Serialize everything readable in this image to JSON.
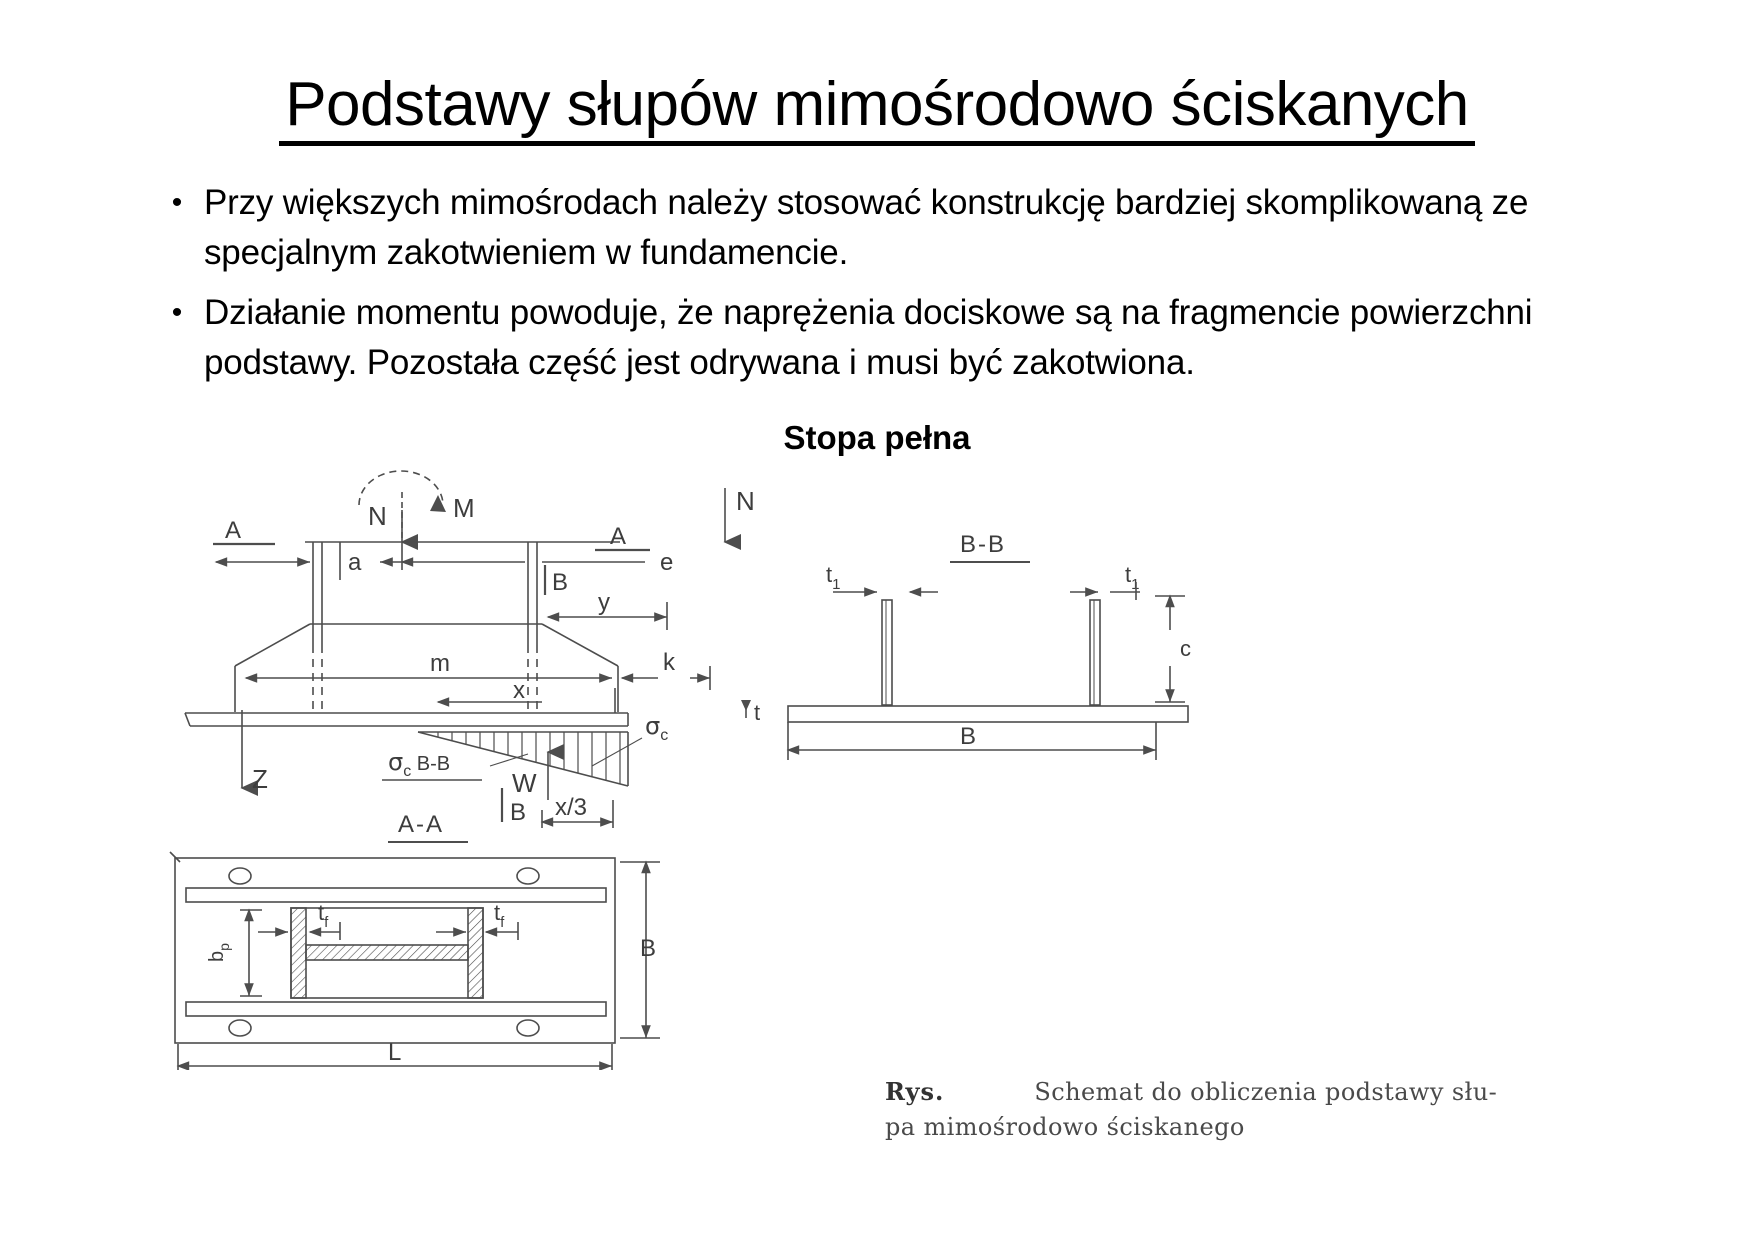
{
  "slide": {
    "title": "Podstawy słupów mimośrodowo ściskanych",
    "bullet_marker": "•",
    "bullets": [
      "Przy większych mimośrodach należy stosować konstrukcję bardziej skomplikowaną ze specjalnym zakotwieniem w fundamencie.",
      "Działanie momentu powoduje, że naprężenia dociskowe są na fragmencie powierzchni podstawy. Pozostała część jest odrywana i musi być zakotwiona."
    ],
    "subheading": "Stopa pełna"
  },
  "figure": {
    "caption_prefix": "Rys.",
    "caption_line1": "Schemat do obliczenia podstawy słu-",
    "caption_line2": "pa mimośrodowo ściskanego",
    "views": {
      "elevation": {
        "section_marks": [
          "A",
          "A",
          "B",
          "B"
        ],
        "force_labels": [
          "M",
          "N",
          "N",
          "Z",
          "W"
        ],
        "dimension_labels": [
          "a",
          "e",
          "y",
          "m",
          "x",
          "k",
          "x/3"
        ],
        "stress_labels": [
          "σ c B-B",
          "σ c"
        ]
      },
      "section_bb": {
        "title": "B-B",
        "labels": [
          "t",
          "t",
          "c",
          "t",
          "B"
        ],
        "subscripts": [
          "1",
          "1",
          "",
          "",
          ""
        ]
      },
      "section_aa": {
        "title": "A-A",
        "labels": [
          "t f",
          "t f",
          "b p",
          "B",
          "L"
        ]
      }
    },
    "colors": {
      "line": "#4d4d4d",
      "text": "#3d3d3d",
      "ink": "#000000"
    }
  }
}
